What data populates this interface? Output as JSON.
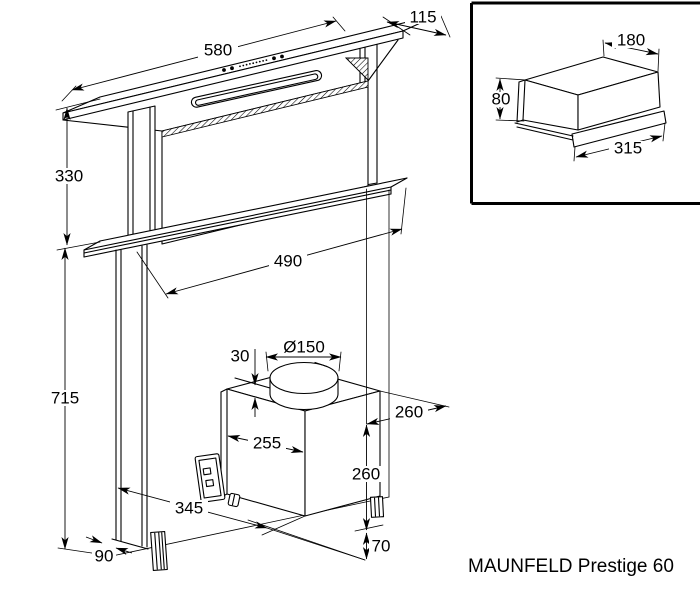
{
  "title": "MAUNFELD Prestige 60",
  "main_view": {
    "description": "downdraft-hood-dimension-drawing",
    "dims": {
      "top_width": "580",
      "top_depth": "115",
      "hood_height": "330",
      "chimney_height": "715",
      "cutout_width": "490",
      "duct_diameter": "Ø150",
      "collar_height": "30",
      "box_width": "255",
      "box_depth": "260",
      "box_height": "260",
      "floor_distance": "345",
      "foot_clearance": "70",
      "chimney_depth": "90"
    }
  },
  "inset_view": {
    "description": "duct-adapter-box",
    "dims": {
      "width": "180",
      "height": "80",
      "length": "315"
    }
  },
  "colors": {
    "line": "#000000",
    "background": "#ffffff"
  }
}
